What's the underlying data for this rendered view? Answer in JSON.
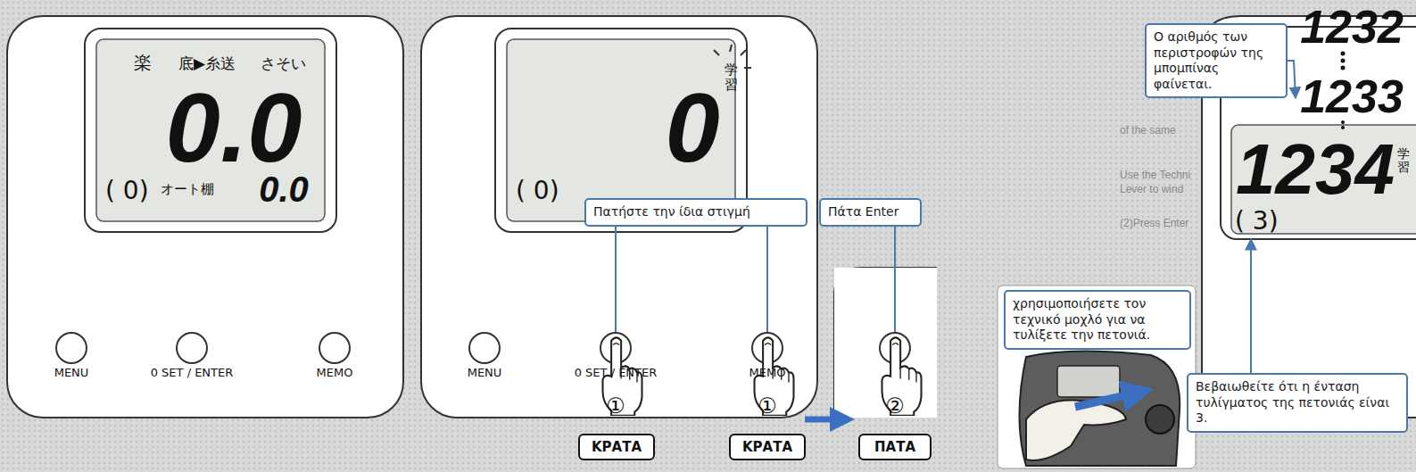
{
  "diagram": {
    "nodes": [
      {
        "text": [
          "Πατήστε την ίδια στιγμή"
        ]
      },
      {
        "text": [
          "Πάτα Enter"
        ]
      },
      {
        "text": [
          "ΚΡΑΤΑ"
        ]
      },
      {
        "text": [
          "ΚΡΑΤΑ"
        ]
      },
      {
        "text": [
          "ΠΑΤΑ"
        ]
      },
      {
        "text": [
          "Ο αριθμός των περιστροφών της μπομπίνας φαίνεται."
        ]
      },
      {
        "text": [
          "χρησιμοποιήσετε τον τεχνικό μοχλό για να τυλίξετε την πετονιά."
        ]
      },
      {
        "text": [
          "Βεβαιωθείτε ότι η ένταση τυλίγματος της πετονιάς είναι 3."
        ]
      }
    ],
    "labels": [
      "楽",
      "底▶糸送",
      "さそい",
      "0.0",
      "( 0)",
      "オート棚",
      "0.0",
      "MENU",
      "0 SET / ENTER",
      "MEMO",
      "0",
      "学習",
      "( 0)",
      "MENU",
      "0 SET / ENTER",
      "MEMO",
      "①",
      "①",
      "②",
      "1232",
      "1233",
      "1234",
      "学習",
      "( 3)",
      "of the same",
      "Use the Techni",
      "Lever to wind",
      "(2)Press Enter"
    ]
  }
}
